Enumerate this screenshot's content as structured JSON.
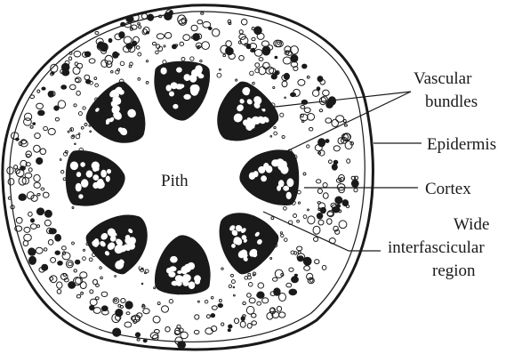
{
  "labels": {
    "pith": "Pith",
    "vascular_line1": "Vascular",
    "vascular_line2": "bundles",
    "epidermis": "Epidermis",
    "cortex": "Cortex",
    "wide_line1": "Wide",
    "wide_line2": "interfascicular",
    "wide_line3": "region"
  },
  "colors": {
    "ink": "#1a1a1a",
    "background": "#ffffff"
  },
  "bundle_count": 8
}
